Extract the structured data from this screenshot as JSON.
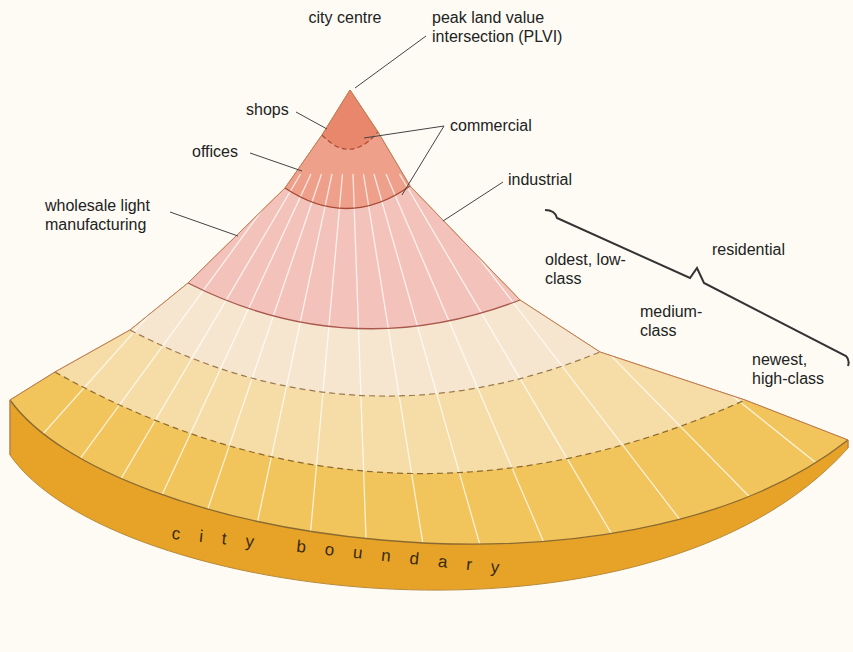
{
  "diagram": {
    "labels": [
      "city centre",
      "peak land value intersection (PLVI)",
      "shops",
      "commercial",
      "offices",
      "industrial",
      "wholesale light manufacturing",
      "oldest, low-class",
      "residential",
      "medium-class",
      "newest, high-class",
      "city boundary"
    ]
  }
}
